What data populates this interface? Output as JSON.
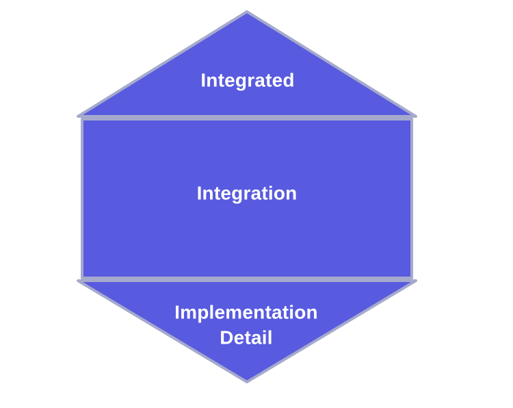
{
  "colors": {
    "background": "#FFFFFF",
    "shape_fill": "#585ADF",
    "shape_border": "#A5AACD",
    "label_text": "#FFFFFF"
  },
  "sections": {
    "top": {
      "label": "Integrated"
    },
    "middle": {
      "label": "Integration"
    },
    "bottom": {
      "line1": "Implementation",
      "line2": "Detail"
    }
  }
}
